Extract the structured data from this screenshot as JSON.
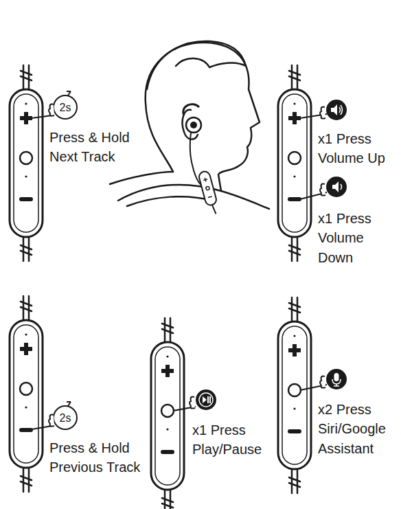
{
  "diagram": {
    "labels": [
      "2s",
      "Press & Hold Next Track",
      "x1 Press Volume Up",
      "x1 Press Volume Down",
      "2s",
      "Press & Hold Previous Track",
      "x1 Press Play/Pause",
      "x2 Press Siri/Google Assistant"
    ]
  }
}
